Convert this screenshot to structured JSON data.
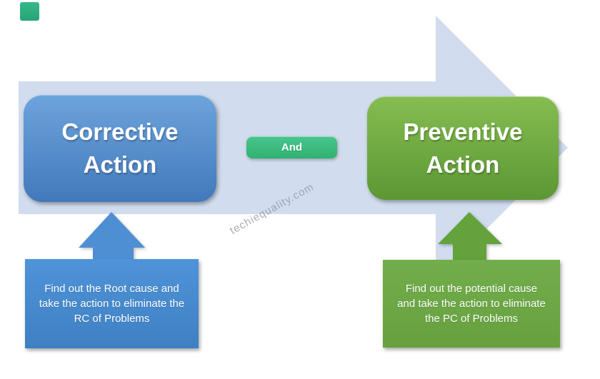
{
  "page": {
    "watermark": "techiequality.com"
  },
  "palette": {
    "arrow_band": "#d1dcee",
    "blue_box_top": "#6da4dc",
    "blue_box_bottom": "#4279bb",
    "green_box_top": "#85bd51",
    "green_box_bottom": "#5b9733",
    "and_pill_top": "#49c68d",
    "and_pill_bottom": "#2fb271",
    "blue_up_arrow": "#4e8ed3",
    "green_up_arrow": "#64a23c",
    "blue_note_top": "#4f93d9",
    "blue_note_bottom": "#3e80c2",
    "green_note_top": "#72ad4c",
    "green_note_bottom": "#67a13f",
    "accent_square": "#2fae81",
    "title_text": "#ffffff",
    "note_text": "#ffffff"
  },
  "diagram": {
    "connector_label": "And",
    "left": {
      "title": "Corrective Action",
      "title_lines": [
        "Corrective",
        "Action"
      ],
      "note": "Find out the Root cause and take the action to eliminate the RC of Problems",
      "note_lines": [
        "Find out the Root cause and",
        "take the action to eliminate the",
        "RC of Problems"
      ]
    },
    "right": {
      "title": "Preventive Action",
      "title_lines": [
        "Preventive",
        "Action"
      ],
      "note": "Find out the potential cause and take the action to eliminate the PC of Problems",
      "note_lines": [
        "Find out the potential cause",
        "and take the action to eliminate",
        "the PC of Problems"
      ]
    }
  }
}
